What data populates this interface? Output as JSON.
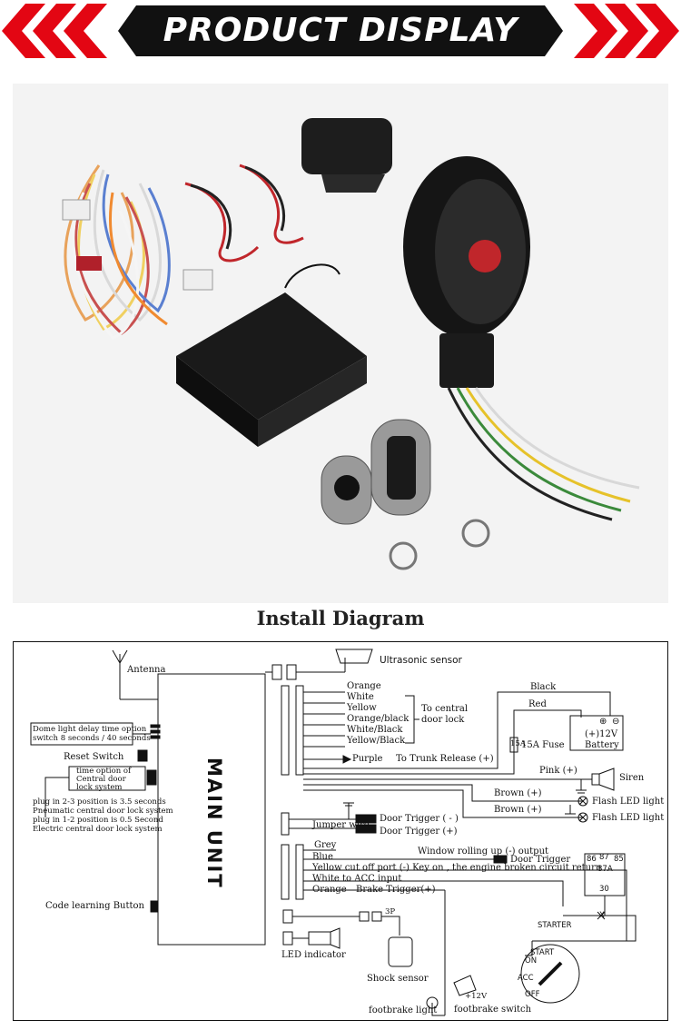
{
  "banner": {
    "title": "PRODUCT DISPLAY",
    "accent_color": "#e30613",
    "bar_color": "#111111"
  },
  "install_title": "Install Diagram",
  "diagram": {
    "main_unit": "MAIN UNIT",
    "antenna": "Antenna",
    "ultrasonic": "Ultrasonic sensor",
    "door_wires": [
      "Orange",
      "White",
      "Yellow",
      "Orange/black",
      "White/Black",
      "Yellow/Black"
    ],
    "central_lock": [
      "To central",
      "door lock"
    ],
    "black": "Black",
    "red": "Red",
    "fuse": "15A  Fuse",
    "fuse_tag": "15A",
    "battery": [
      "(+)12V",
      "Battery"
    ],
    "purple": "Purple",
    "trunk": "To Trunk Release (+)",
    "pink": "Pink (+)",
    "siren": "Siren",
    "brown1": "Brown (+)",
    "brown2": "Brown (+)",
    "flash1": "Flash LED light",
    "flash2": "Flash LED light",
    "dome": [
      "Dome light delay time option",
      "switch 8 seconds / 40 seconds"
    ],
    "reset": "Reset Switch",
    "time_option": [
      "time option of",
      "Central door",
      "lock system"
    ],
    "plug_notes": [
      "plug in 2-3 position is 3.5 seconds",
      "Pneumatic central door lock system",
      "plug in 1-2 position is 0.5 Second",
      "Electric central door lock system"
    ],
    "jumper": "Jumper wire",
    "trigger_neg": "Door Trigger ( - )",
    "trigger_pos": "Door Trigger (+)",
    "grey": "Grey",
    "window": "Window rolling up (-) output",
    "blue": "Blue",
    "door_trigger": "Door Trigger",
    "yellow_line": "Yellow   cut off port (-)  Key on , the engine broken circuit return",
    "white_acc": "White to ACC input",
    "orange": "Orange",
    "brake": "Brake Trigger(+)",
    "relay_pins": [
      "86",
      "87",
      "85",
      "87A",
      "30"
    ],
    "starter": "STARTER",
    "x_mark": "X",
    "ign": [
      "START",
      "ON",
      "ACC",
      "OFF"
    ],
    "code_btn": "Code learning Button",
    "three_p": "3P",
    "led": "LED indicator",
    "shock": "Shock sensor",
    "plus12": "+12V",
    "fb_light": "footbrake light",
    "fb_switch": "footbrake switch"
  }
}
